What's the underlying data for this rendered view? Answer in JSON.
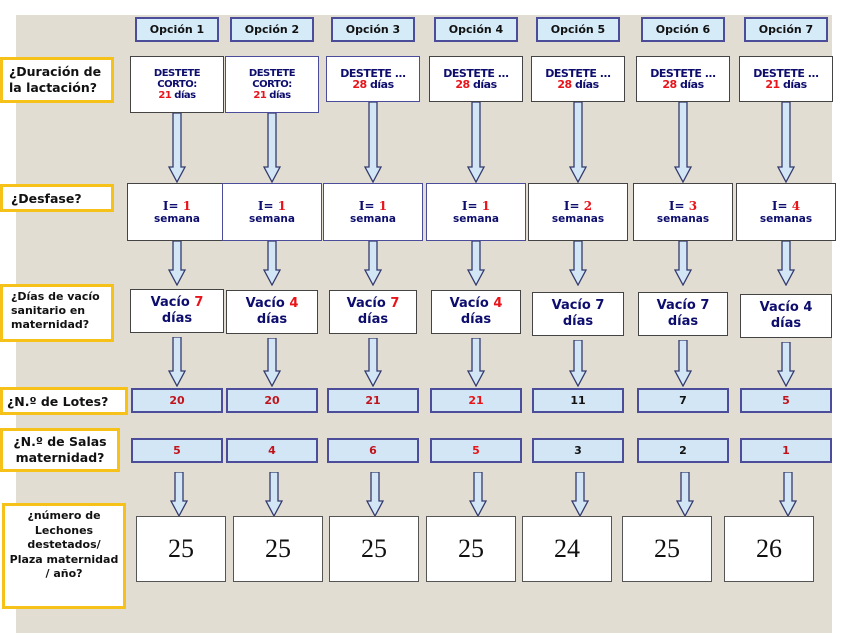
{
  "colors": {
    "panel_bg": "#e2ddd2",
    "label_border": "#f6c21a",
    "header_fill": "#d5ecf8",
    "bar_fill": "#d3e6f6",
    "box_border": "#4b4c9a",
    "text_navy": "#0d0d6e",
    "highlight_red": "#e8141a"
  },
  "questions": {
    "lactation": "¿Duración de la lactación?",
    "desfase": "¿Desfase?",
    "vacio": "¿Días de vacío sanitario en maternidad?",
    "lotes": "¿N.º de Lotes?",
    "salas": "¿N.º de Salas maternidad?",
    "lechones": "¿número de Lechones destetados/ Plaza maternidad / año?"
  },
  "options": [
    {
      "header": "Opción 1",
      "lact_title": "DESTETE CORTO:",
      "lact_days": "21",
      "lact_unit": "días",
      "i_prefix": "I=",
      "i_value": "1",
      "i_unit": "semana",
      "vacio_prefix": "Vacío",
      "vacio_value": "7",
      "vacio_unit": "días",
      "vacio_highlight": true,
      "lotes": "20",
      "lotes_color": "darkred",
      "salas": "5",
      "salas_color": "darkred",
      "lechones": "25"
    },
    {
      "header": "Opción 2",
      "lact_title": "DESTETE CORTO:",
      "lact_days": "21",
      "lact_unit": "días",
      "i_prefix": "I=",
      "i_value": "1",
      "i_unit": "semana",
      "vacio_prefix": "Vacío",
      "vacio_value": "4",
      "vacio_unit": "días",
      "vacio_highlight": true,
      "lotes": "20",
      "lotes_color": "darkred",
      "salas": "4",
      "salas_color": "darkred",
      "lechones": "25"
    },
    {
      "header": "Opción 3",
      "lact_title": "DESTETE ...",
      "lact_days": "28",
      "lact_unit": "días",
      "i_prefix": "I=",
      "i_value": "1",
      "i_unit": "semana",
      "vacio_prefix": "Vacío",
      "vacio_value": "7",
      "vacio_unit": "días",
      "vacio_highlight": true,
      "lotes": "21",
      "lotes_color": "darkred",
      "salas": "6",
      "salas_color": "darkred",
      "lechones": "25"
    },
    {
      "header": "Opción 4",
      "lact_title": "DESTETE ...",
      "lact_days": "28",
      "lact_unit": "días",
      "i_prefix": "I=",
      "i_value": "1",
      "i_unit": "semana",
      "vacio_prefix": "Vacío",
      "vacio_value": "4",
      "vacio_unit": "días",
      "vacio_highlight": true,
      "lotes": "21",
      "lotes_color": "red",
      "salas": "5",
      "salas_color": "red",
      "lechones": "25"
    },
    {
      "header": "Opción 5",
      "lact_title": "DESTETE ...",
      "lact_days": "28",
      "lact_unit": "días",
      "i_prefix": "I=",
      "i_value": "2",
      "i_unit": "semanas",
      "vacio_prefix": "Vacío",
      "vacio_value": "7",
      "vacio_unit": "días",
      "vacio_highlight": false,
      "lotes": "11",
      "lotes_color": "black",
      "salas": "3",
      "salas_color": "black",
      "lechones": "24"
    },
    {
      "header": "Opción 6",
      "lact_title": "DESTETE ...",
      "lact_days": "28",
      "lact_unit": "días",
      "i_prefix": "I=",
      "i_value": "3",
      "i_unit": "semanas",
      "vacio_prefix": "Vacío",
      "vacio_value": "7",
      "vacio_unit": "días",
      "vacio_highlight": false,
      "lotes": "7",
      "lotes_color": "black",
      "salas": "2",
      "salas_color": "black",
      "lechones": "25"
    },
    {
      "header": "Opción 7",
      "lact_title": "DESTETE ...",
      "lact_days": "21",
      "lact_unit": "días",
      "i_prefix": "I=",
      "i_value": "4",
      "i_unit": "semanas",
      "vacio_prefix": "Vacío",
      "vacio_value": "4",
      "vacio_unit": "días",
      "vacio_highlight": false,
      "lotes": "5",
      "lotes_color": "darkred",
      "salas": "1",
      "salas_color": "darkred",
      "lechones": "26"
    }
  ]
}
